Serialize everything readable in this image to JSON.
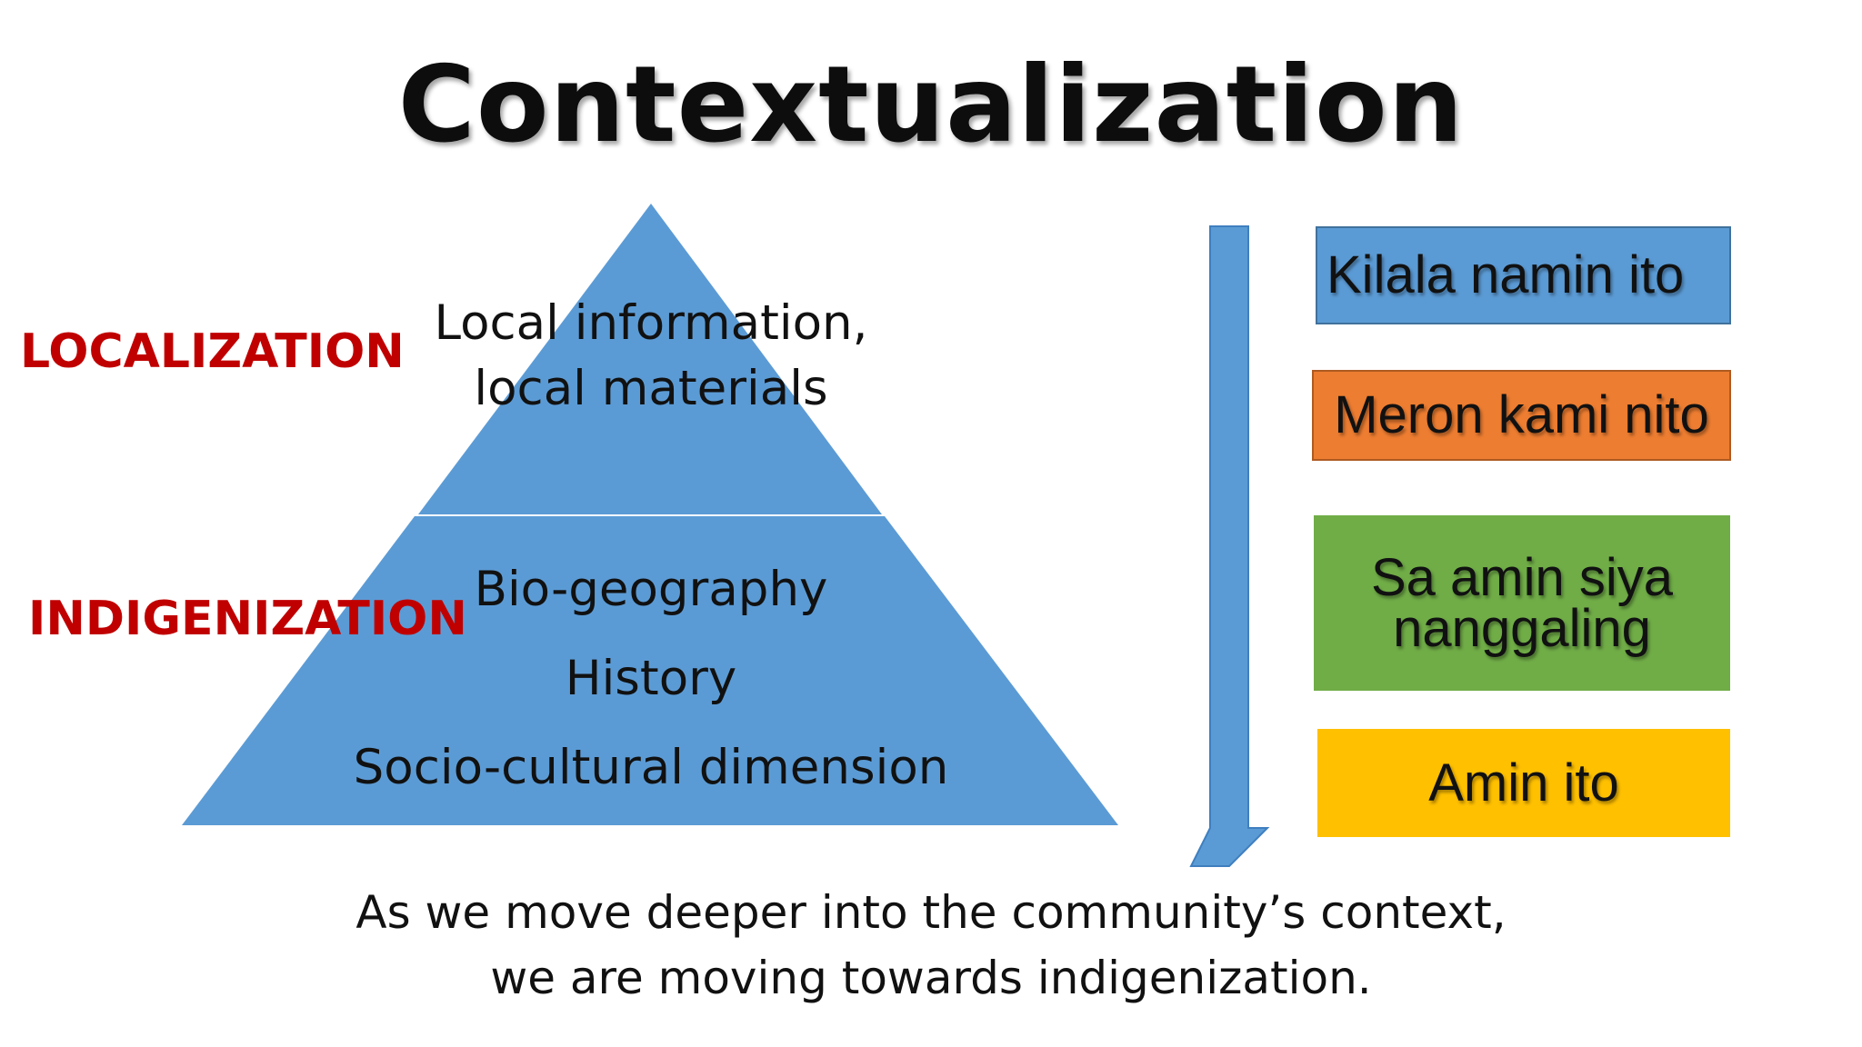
{
  "title": "Contextualization",
  "labels": {
    "localization": "LOCALIZATION",
    "indigenization": "INDIGENIZATION"
  },
  "pyramid": {
    "top": {
      "line1": "Local information,",
      "line2": "local materials"
    },
    "bottom": {
      "items": [
        "Bio-geography",
        "History",
        "Socio-cultural dimension"
      ]
    },
    "color": "#5b9bd5"
  },
  "boxes": [
    {
      "text": "Kilala namin ito",
      "color": "#5b9bd5"
    },
    {
      "text": "Meron kami nito",
      "color": "#ed7d31"
    },
    {
      "line1": "Sa amin siya",
      "line2": "nanggaling",
      "color": "#70ad47"
    },
    {
      "text": "Amin ito",
      "color": "#ffc000"
    }
  ],
  "caption": {
    "line1": "As we move deeper into the community’s context,",
    "line2": "we are moving towards indigenization."
  }
}
